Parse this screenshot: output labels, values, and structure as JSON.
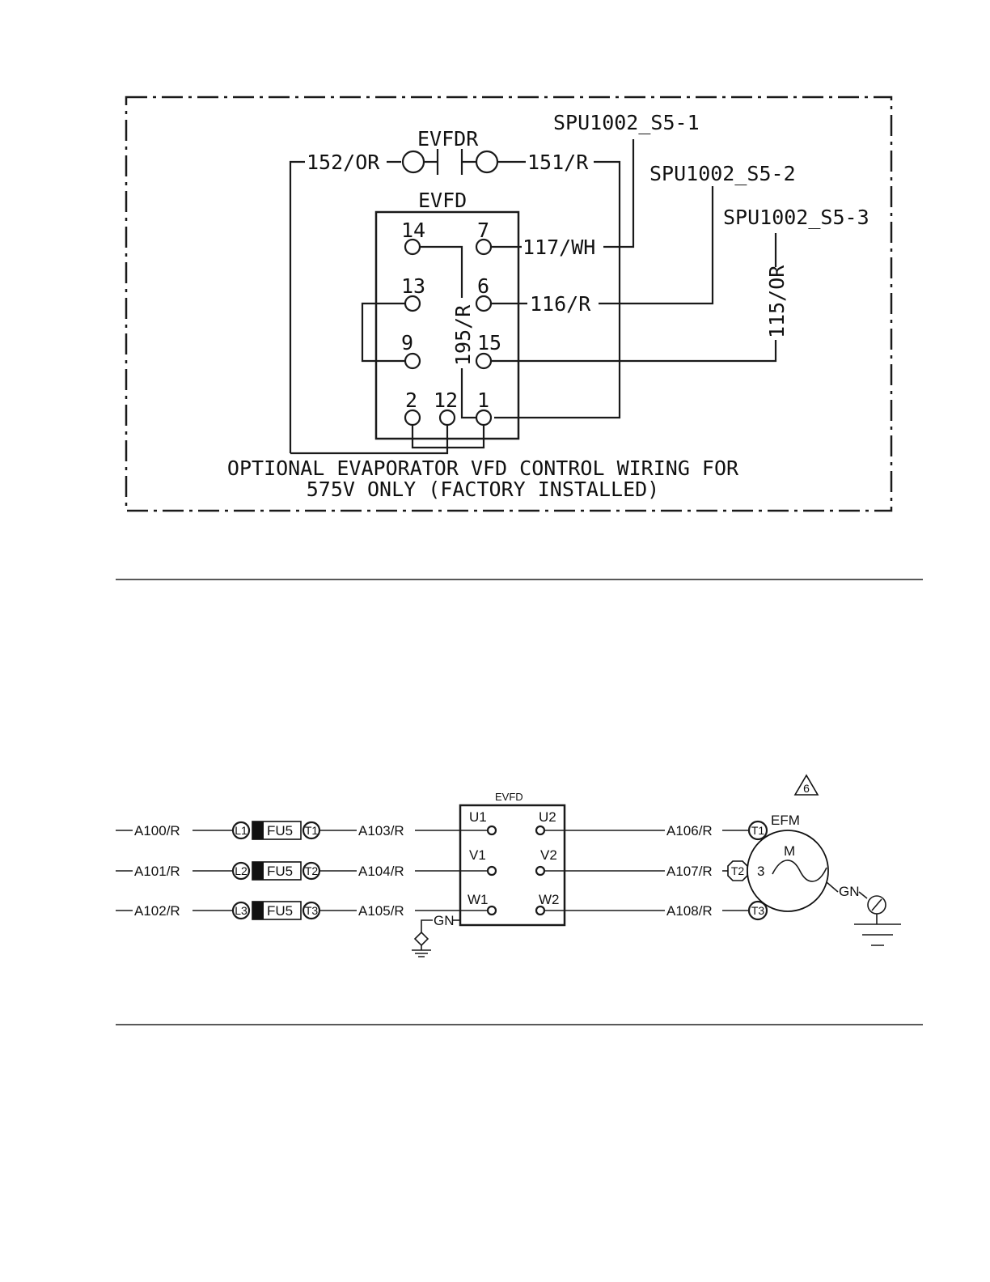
{
  "diagram1": {
    "relay_label": "EVFDR",
    "box_label": "EVFD",
    "wire_left": "152/OR",
    "wire_right": "151/R",
    "spu1": "SPU1002_S5-1",
    "spu2": "SPU1002_S5-2",
    "spu3": "SPU1002_S5-3",
    "wire_117": "117/WH",
    "wire_116": "116/R",
    "wire_115": "115/OR",
    "wire_195": "195/R",
    "terminals": {
      "t14": "14",
      "t7": "7",
      "t13": "13",
      "t6": "6",
      "t9": "9",
      "t15": "15",
      "t2": "2",
      "t12": "12",
      "t1": "1"
    },
    "caption_line1": "OPTIONAL EVAPORATOR VFD CONTROL WIRING FOR",
    "caption_line2": "575V ONLY (FACTORY INSTALLED)"
  },
  "diagram2": {
    "vfd_label": "EVFD",
    "motor_label": "EFM",
    "motor_letter": "M",
    "motor_phase": "3",
    "revision": "6",
    "ground_vfd": "GN",
    "ground_motor": "GN",
    "rows": [
      {
        "in": "A100/R",
        "l": "L1",
        "fuse": "FU5",
        "t": "T1",
        "mid": "A103/R",
        "u_in": "U1",
        "u_out": "U2",
        "out": "A106/R",
        "mt": "T1"
      },
      {
        "in": "A101/R",
        "l": "L2",
        "fuse": "FU5",
        "t": "T2",
        "mid": "A104/R",
        "u_in": "V1",
        "u_out": "V2",
        "out": "A107/R",
        "mt": "T2"
      },
      {
        "in": "A102/R",
        "l": "L3",
        "fuse": "FU5",
        "t": "T3",
        "mid": "A105/R",
        "u_in": "W1",
        "u_out": "W2",
        "out": "A108/R",
        "mt": "T3"
      }
    ]
  }
}
